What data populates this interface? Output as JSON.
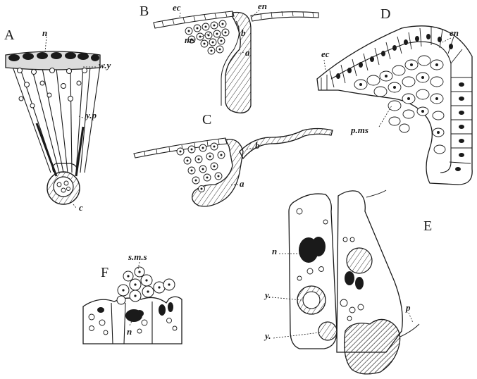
{
  "plate": {
    "ink": "#1a1a1a",
    "paper": "#ffffff",
    "figures": {
      "A": {
        "letter": "A",
        "labels": {
          "n": "n",
          "wy": "w.y",
          "yp": "y.p",
          "c": "c"
        }
      },
      "B": {
        "letter": "B",
        "labels": {
          "ec": "ec",
          "en": "en",
          "ms": "ms",
          "b": "b",
          "a": "a"
        }
      },
      "C": {
        "letter": "C",
        "labels": {
          "b": "b",
          "a": "a"
        }
      },
      "D": {
        "letter": "D",
        "labels": {
          "ec": "ec",
          "en": "en",
          "pms": "p.ms"
        }
      },
      "E": {
        "letter": "E",
        "labels": {
          "n": "n",
          "y1": "y.",
          "y2": "y.",
          "p": "p"
        }
      },
      "F": {
        "letter": "F",
        "labels": {
          "sms": "s.m.s",
          "n": "n"
        }
      }
    }
  }
}
